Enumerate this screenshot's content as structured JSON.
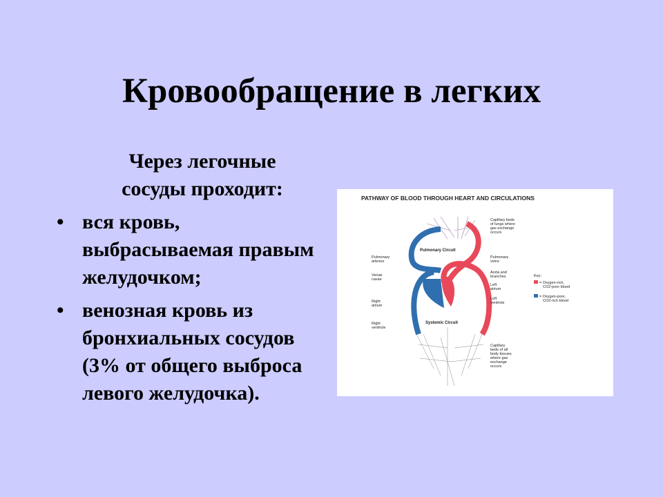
{
  "slide": {
    "title": "Кровообращение в легких",
    "intro": "Через легочные сосуды проходит:",
    "bullets": [
      "вся кровь, выбрасываемая правым желудочком;",
      "венозная кровь из бронхиальных сосудов (3% от общего выброса левого желудочка)."
    ]
  },
  "figure": {
    "title": "PATHWAY OF BLOOD THROUGH HEART AND CIRCULATIONS",
    "labels": {
      "lung_capillaries": [
        "Capillary beds",
        "of lungs where",
        "gas exchange",
        "occurs"
      ],
      "pulmonary_circuit": "Pulmonary Circuit",
      "pulmonary_arteries": [
        "Pulmonary",
        "arteries"
      ],
      "pulmonary_veins": [
        "Pulmonary",
        "veins"
      ],
      "venae_cavae": [
        "Venae",
        "cavae"
      ],
      "aorta": [
        "Aorta and",
        "branches"
      ],
      "left_atrium": [
        "Left",
        "atrium"
      ],
      "left_ventricle": [
        "Left",
        "ventricle"
      ],
      "right_atrium": [
        "Right",
        "atrium"
      ],
      "right_ventricle": [
        "Right",
        "ventricle"
      ],
      "systemic_circuit": "Systemic Circuit",
      "body_capillaries": [
        "Capillary",
        "beds of all",
        "body tissues",
        "where gas",
        "exchange",
        "occurs"
      ]
    },
    "key": {
      "title": "Key:",
      "oxygen_rich": [
        "= Oxygen-rich,",
        "CO2-poor blood"
      ],
      "oxygen_poor": [
        "= Oxygen-poor,",
        "CO2-rich blood"
      ]
    },
    "colors": {
      "red": "#e8495a",
      "blue": "#2f6fb0",
      "background": "#ccccff"
    }
  }
}
